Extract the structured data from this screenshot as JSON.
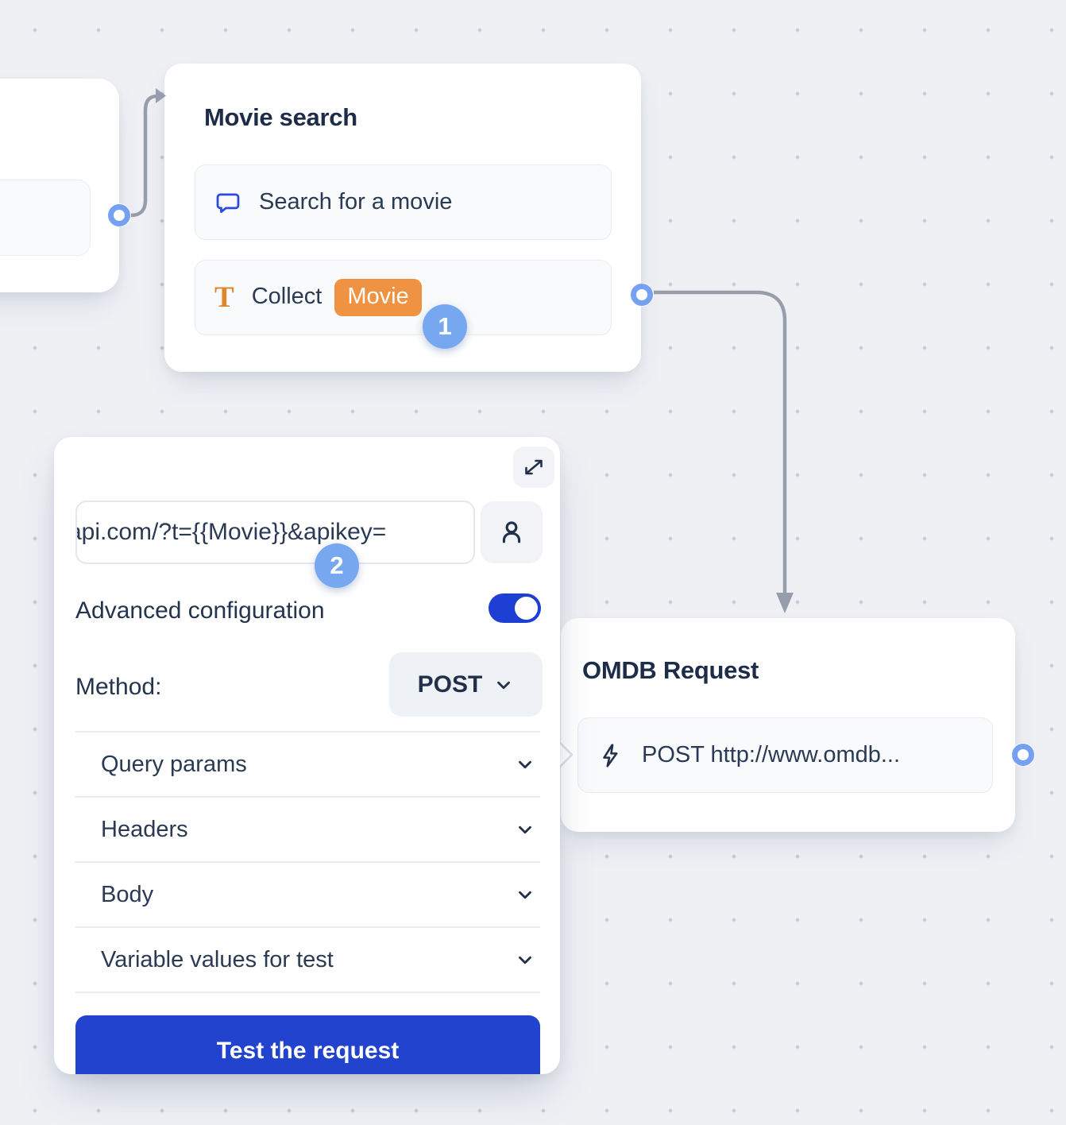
{
  "movie_search_node": {
    "title": "Movie search",
    "items": [
      {
        "icon": "chat-bubble-icon",
        "label": "Search for a movie"
      },
      {
        "icon": "text-input-icon",
        "label": "Collect",
        "variable_badge": "Movie"
      }
    ],
    "step_badge": "1"
  },
  "request_config_panel": {
    "url_value": "api.com/?t={{Movie}}&apikey=",
    "advanced_configuration_label": "Advanced configuration",
    "advanced_configuration_enabled": true,
    "method_label": "Method:",
    "method_value": "POST",
    "sections": [
      {
        "label": "Query params"
      },
      {
        "label": "Headers"
      },
      {
        "label": "Body"
      },
      {
        "label": "Variable values for test"
      }
    ],
    "test_button_label": "Test the request",
    "step_badge": "2"
  },
  "omdb_node": {
    "title": "OMDB Request",
    "items": [
      {
        "icon": "lightning-icon",
        "label": "POST http://www.omdb..."
      }
    ]
  },
  "colors": {
    "accent_blue": "#2143cd",
    "toggle_blue": "#1d3fd4",
    "step_badge_blue": "#77a8ef",
    "variable_orange": "#ef9343",
    "connector_gray": "#979eab",
    "port_blue": "#76a1f2",
    "text_dark": "#22304a"
  }
}
